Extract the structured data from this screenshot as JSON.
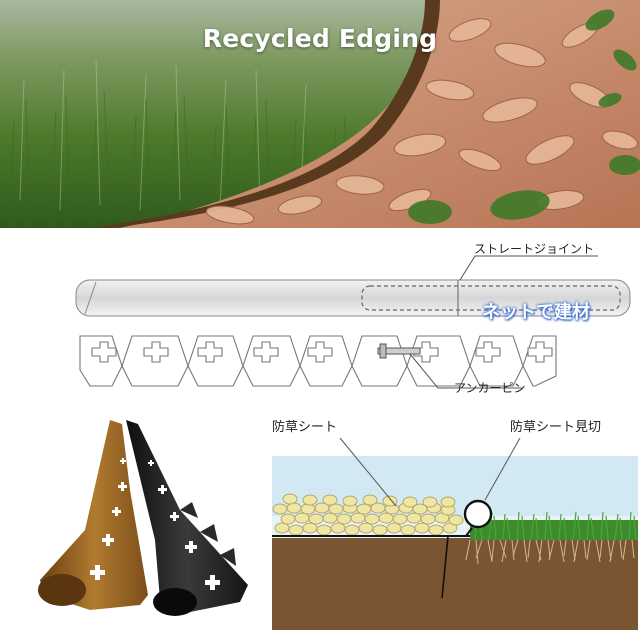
{
  "hero": {
    "title": "Recycled Edging"
  },
  "diagram": {
    "joint_label": "ストレートジョイント",
    "anchor_label": "アンカーピン",
    "watermark": "ネットで建材"
  },
  "cross_section": {
    "sheet_label": "防草シート",
    "cut_label": "防草シート見切"
  },
  "colors": {
    "grass": "#4f7a2e",
    "mulch": "#c98a68",
    "edging_brown": "#8a5a22",
    "edging_black": "#1d1d1d",
    "sky": "#d7ecf6",
    "soil": "#6b4a2b"
  }
}
